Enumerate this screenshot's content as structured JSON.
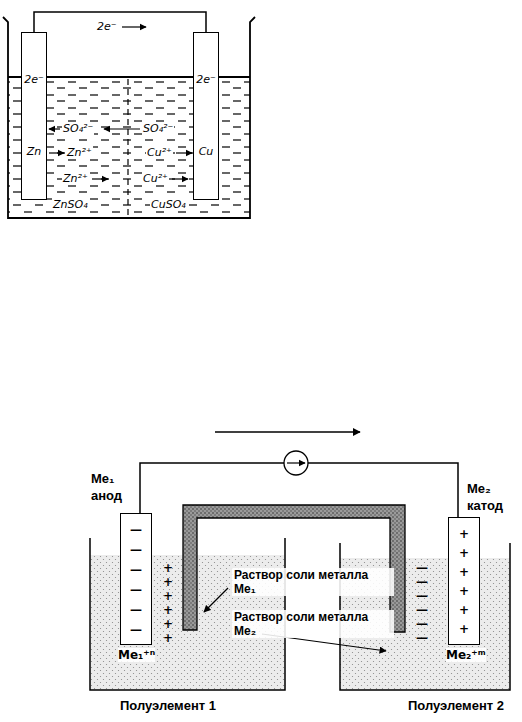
{
  "diagram": {
    "nodes": [
      {
        "text": [
          "2e⁻",
          "Zn"
        ]
      },
      {
        "text": [
          "2e⁻",
          "Cu"
        ]
      },
      {
        "text": [
          "Me₁ анод"
        ]
      },
      {
        "text": [
          "Me₂ катод"
        ]
      }
    ],
    "edges": [
      {
        "from": 0,
        "to": 1,
        "arrow": "none",
        "label": "2e⁻"
      },
      {
        "from": 2,
        "to": 3,
        "arrow": "none"
      }
    ],
    "labels": [
      "SO₄²⁻",
      "SO₄²⁻",
      "Zn²⁺",
      "Cu²⁺",
      "Zn²⁺",
      "Cu²⁺",
      "ZnSO₄",
      "CuSO₄",
      "Раствор соли металла Me₁",
      "Раствор соли металла Me₂",
      "Me₁⁺ⁿ",
      "Me₂⁺ᵐ",
      "Полуэлемент 1",
      "Полуэлемент 2",
      "—",
      "—",
      "—",
      "—",
      "—",
      "—",
      "+",
      "+",
      "+",
      "+",
      "+",
      "+",
      "—",
      "—",
      "—",
      "—",
      "—",
      "—",
      "+",
      "+",
      "+",
      "+",
      "+",
      "+"
    ]
  }
}
